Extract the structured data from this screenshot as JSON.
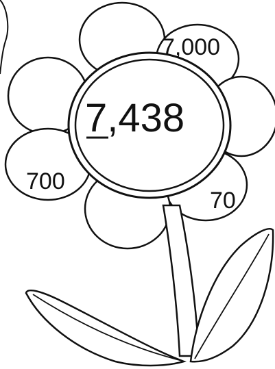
{
  "center": {
    "underlined_digit": "7",
    "rest": ",438"
  },
  "petals": {
    "top_right": "7,000",
    "left": "700",
    "bottom_right": "70"
  },
  "colors": {
    "ink": "#111111",
    "paper": "#ffffff"
  }
}
